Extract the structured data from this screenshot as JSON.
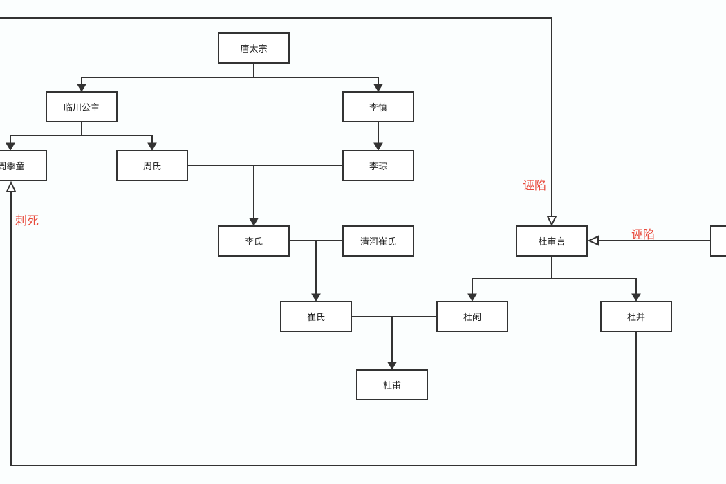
{
  "nodes": {
    "tang_taizong": "唐太宗",
    "linchuan": "临川公主",
    "li_zhen": "李慎",
    "zhou_jitong": "周季童",
    "zhou_shi": "周氏",
    "li_cong": "李琮",
    "li_shi": "李氏",
    "qinghe_cui": "清河崔氏",
    "du_shenyan": "杜审言",
    "cui_shi": "崔氏",
    "du_xian": "杜闲",
    "du_bing": "杜并",
    "du_fu": "杜甫",
    "right_cut": ""
  },
  "labels": {
    "frame_top": "诬陷",
    "frame_right": "诬陷",
    "stab": "刺死"
  }
}
